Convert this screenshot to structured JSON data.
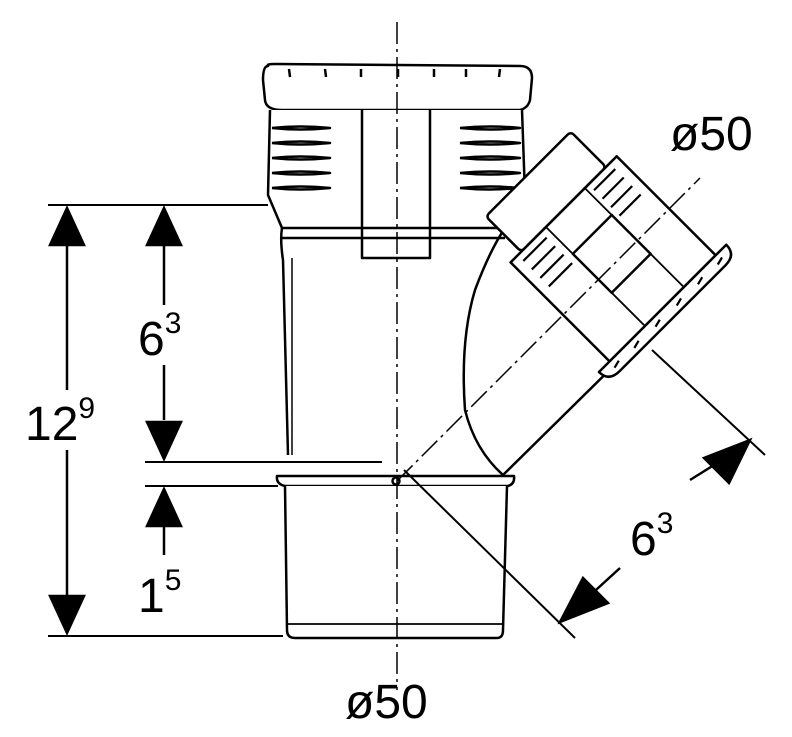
{
  "dimensions": {
    "top_right_diameter": "ø50",
    "bottom_diameter": "ø50",
    "overall_height": {
      "base": "12",
      "sup": "9"
    },
    "branch_height": {
      "base": "6",
      "sup": "3"
    },
    "socket_depth": {
      "base": "1",
      "sup": "5"
    },
    "branch_length": {
      "base": "6",
      "sup": "3"
    }
  },
  "colors": {
    "line": "#000000",
    "background": "#ffffff"
  }
}
